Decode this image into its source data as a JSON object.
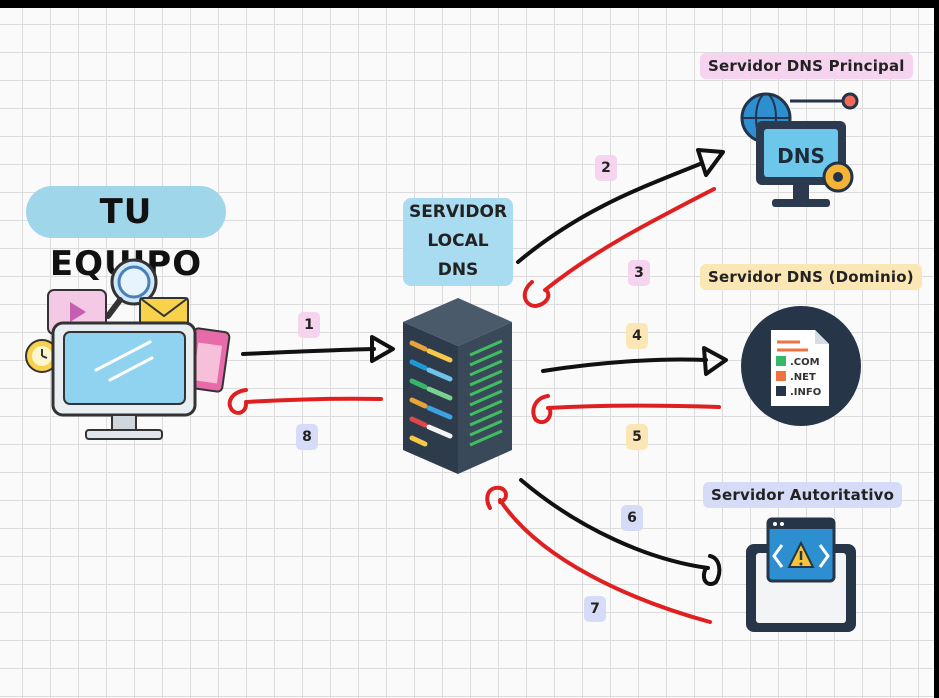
{
  "labels": {
    "client": "TU EQUIPO",
    "local_server": "SERVIDOR LOCAL DNS",
    "local_server_lines": [
      "SERVIDOR",
      "LOCAL",
      "DNS"
    ],
    "root_server": "Servidor DNS Principal",
    "tld_server": "Servidor DNS (Dominio)",
    "auth_server": "Servidor Autoritativo",
    "dns_screen": "DNS"
  },
  "domains": [
    ".COM",
    ".NET",
    ".INFO"
  ],
  "steps": [
    "1",
    "2",
    "3",
    "4",
    "5",
    "6",
    "7",
    "8"
  ],
  "colors": {
    "request_arrow": "#111111",
    "response_arrow": "#e02020",
    "root_label_bg": "#f6d3ef",
    "tld_label_bg": "#fbe7b5",
    "auth_label_bg": "#d6dcf7",
    "client_label_bg": "#9fd6ea",
    "server_label_bg": "#a9dcf0"
  }
}
